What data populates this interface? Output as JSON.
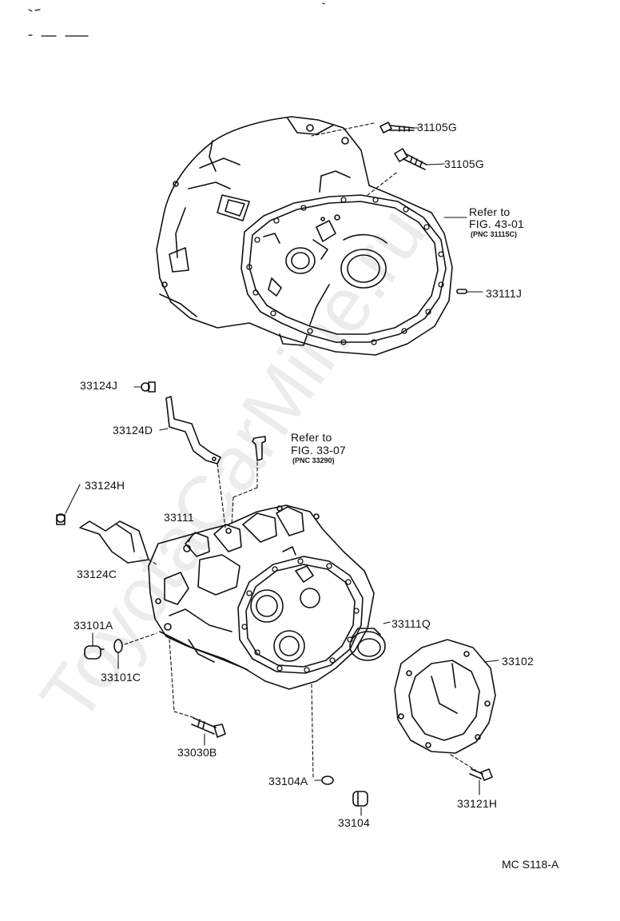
{
  "labels": {
    "p31105G_a": "31105G",
    "p31105G_b": "31105G",
    "refer_a": "Refer to",
    "fig_a": "FIG. 43-01",
    "pnc_a": "(PNC 31115C)",
    "p33111J": "33111J",
    "p33124J": "33124J",
    "p33124D": "33124D",
    "refer_b": "Refer to",
    "fig_b": "FIG. 33-07",
    "pnc_b": "(PNC 33290)",
    "p33124H": "33124H",
    "p33111": "33111",
    "p33124C": "33124C",
    "p33111Q": "33111Q",
    "p33101A": "33101A",
    "p33102": "33102",
    "p33101C": "33101C",
    "p33030B": "33030B",
    "p33104A": "33104A",
    "p33121H": "33121H",
    "p33104": "33104",
    "code": "MC  S118-A"
  },
  "watermark": "ToyotaCarMine.ru",
  "colors": {
    "ink": "#111111",
    "paper": "#ffffff"
  }
}
